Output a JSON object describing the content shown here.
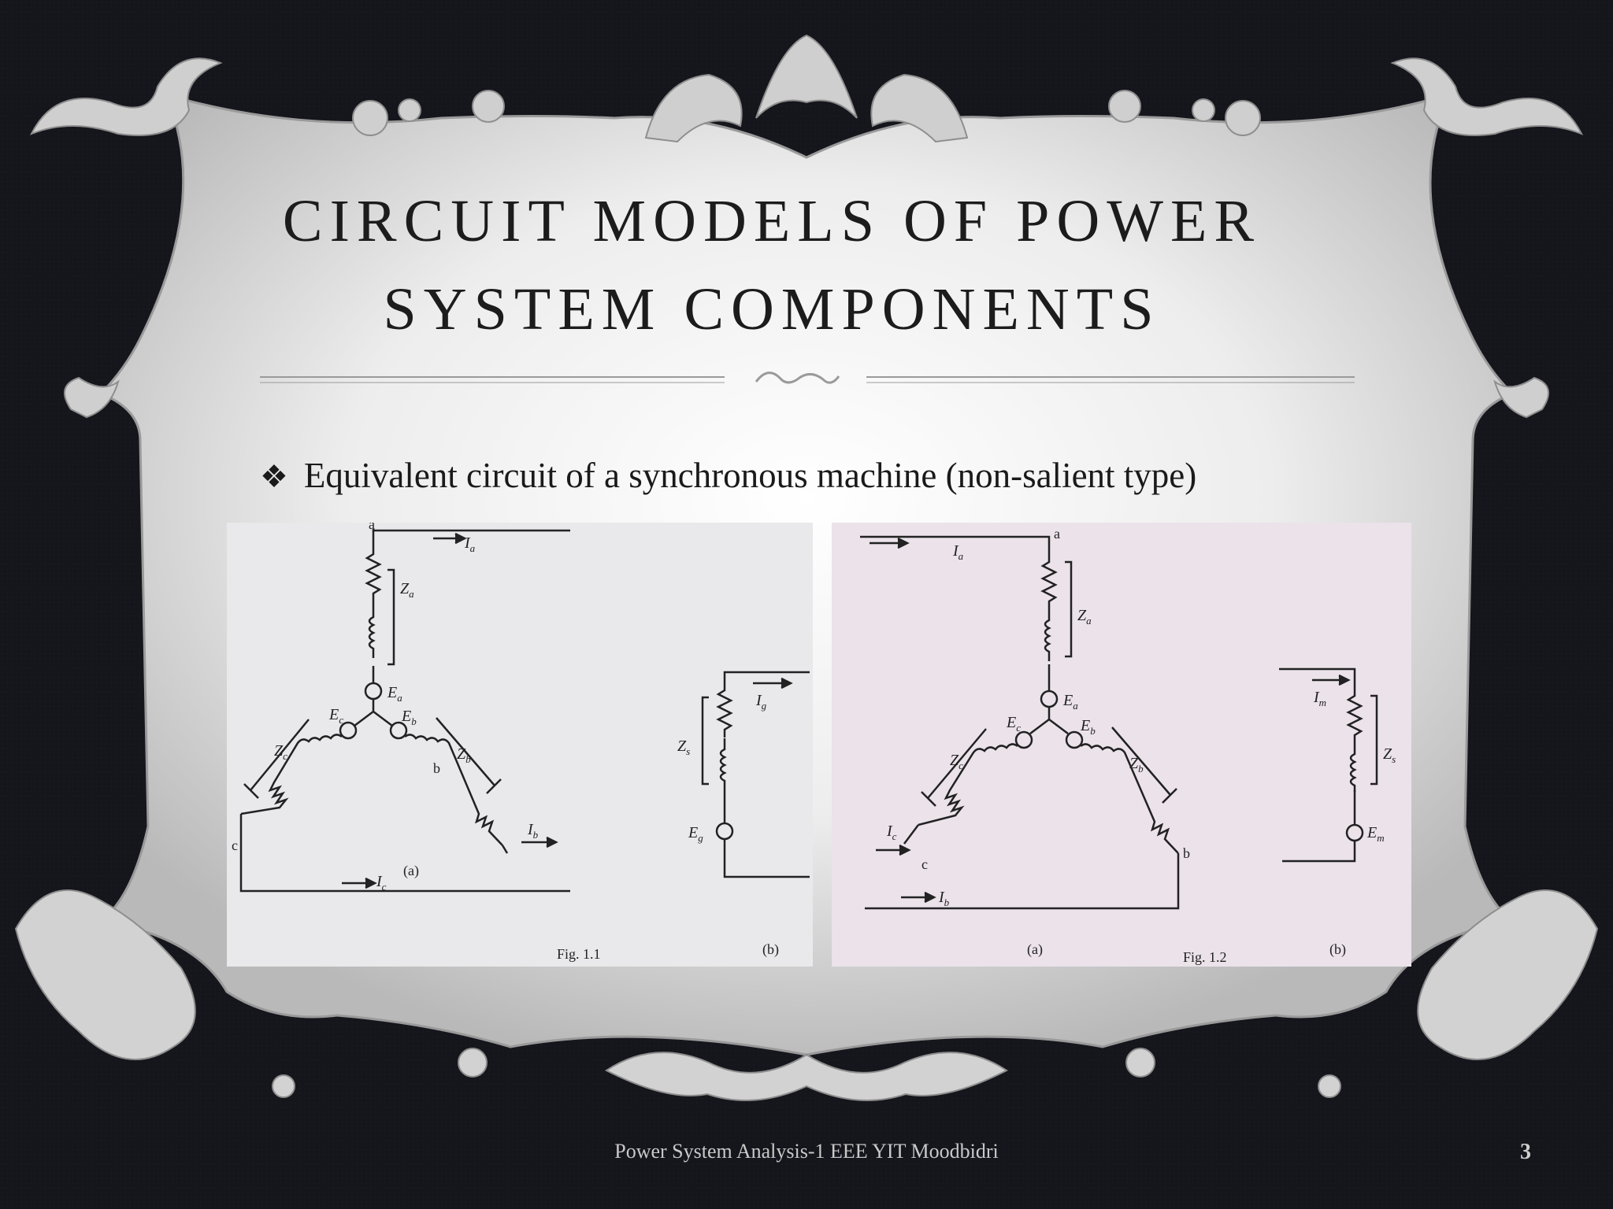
{
  "slide": {
    "title": "CIRCUIT MODELS OF POWER SYSTEM COMPONENTS",
    "bullet_mark": "❖",
    "bullet_text": "Equivalent circuit of a synchronous machine (non-salient type)",
    "footer": "Power System Analysis-1 EEE YIT Moodbidri",
    "page_number": "3"
  },
  "figure1": {
    "node_a": "a",
    "node_b": "b",
    "node_c": "c",
    "Ia": "I",
    "Ia_sub": "a",
    "Ib": "I",
    "Ib_sub": "b",
    "Ic": "I",
    "Ic_sub": "c",
    "Za": "Z",
    "Za_sub": "a",
    "Zb": "Z",
    "Zb_sub": "b",
    "Zc": "Z",
    "Zc_sub": "c",
    "Ea": "E",
    "Ea_sub": "a",
    "Eb": "E",
    "Eb_sub": "b",
    "Ec": "E",
    "Ec_sub": "c",
    "Ig": "I",
    "Ig_sub": "g",
    "Zs": "Z",
    "Zs_sub": "s",
    "Eg": "E",
    "Eg_sub": "g",
    "caption_a": "(a)",
    "caption_fig": "Fig. 1.1",
    "caption_b": "(b)"
  },
  "figure2": {
    "node_a": "a",
    "node_b": "b",
    "node_c": "c",
    "Ia": "I",
    "Ia_sub": "a",
    "Ib": "I",
    "Ib_sub": "b",
    "Ic": "I",
    "Ic_sub": "c",
    "Za": "Z",
    "Za_sub": "a",
    "Zb": "Z",
    "Zb_sub": "b",
    "Zc": "Z",
    "Zc_sub": "c",
    "Ea": "E",
    "Ea_sub": "a",
    "Eb": "E",
    "Eb_sub": "b",
    "Ec": "E",
    "Ec_sub": "c",
    "Im": "I",
    "Im_sub": "m",
    "Zs": "Z",
    "Zs_sub": "s",
    "Em": "E",
    "Em_sub": "m",
    "caption_a": "(a)",
    "caption_fig": "Fig. 1.2",
    "caption_b": "(b)"
  },
  "colors": {
    "background": "#15151c",
    "frame": "#d4d4d4",
    "ornament": "#b8b8b8",
    "text": "#1a1a1a"
  }
}
